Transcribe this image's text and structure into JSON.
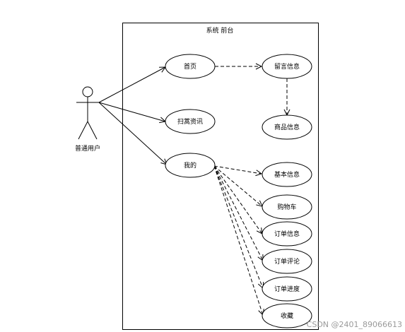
{
  "system": {
    "title": "系统 前台"
  },
  "actor": {
    "name": "普通用户"
  },
  "use_cases": {
    "home": "首页",
    "scan": "扫蒿资讯",
    "mine": "我的",
    "message": "留言信息",
    "goods": "商品信息",
    "basic": "基本信息",
    "cart": "购物车",
    "order": "订单信息",
    "review": "订单评论",
    "progress": "订单进度",
    "favorite": "收藏"
  },
  "watermark": "CSDN @2401_89066613"
}
